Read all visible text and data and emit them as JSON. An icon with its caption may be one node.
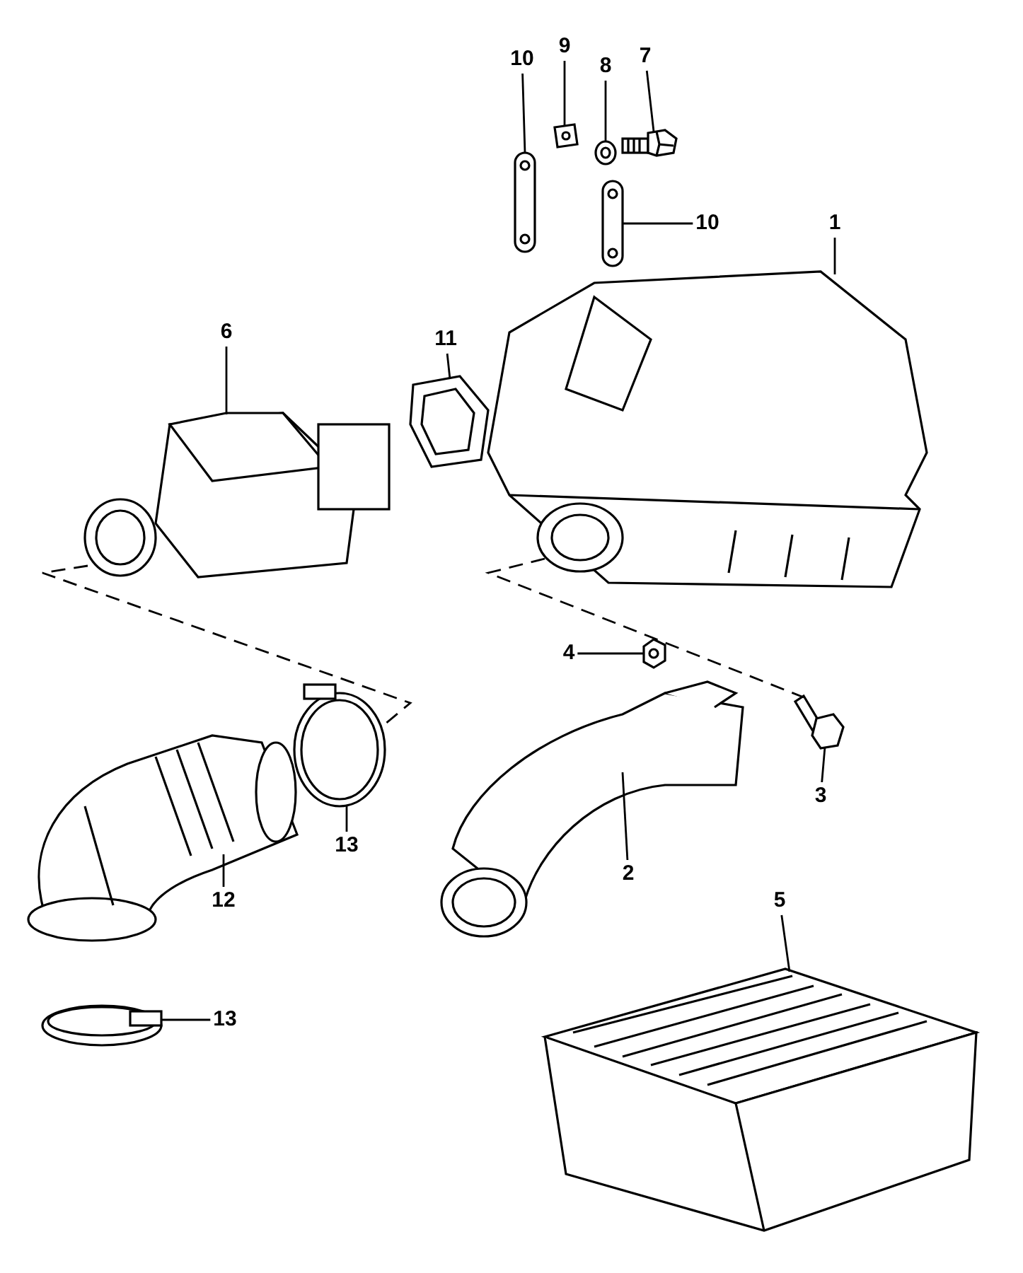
{
  "diagram": {
    "nodes": [
      {
        "text": [
          "10"
        ]
      },
      {
        "text": [
          "9"
        ]
      },
      {
        "text": [
          "8"
        ]
      },
      {
        "text": [
          "7"
        ]
      },
      {
        "text": [
          "10"
        ]
      },
      {
        "text": [
          "1"
        ]
      },
      {
        "text": [
          "11"
        ]
      },
      {
        "text": [
          "6"
        ]
      },
      {
        "text": [
          "4"
        ]
      },
      {
        "text": [
          "3"
        ]
      },
      {
        "text": [
          "2"
        ]
      },
      {
        "text": [
          "5"
        ]
      },
      {
        "text": [
          "12"
        ]
      },
      {
        "text": [
          "13"
        ]
      },
      {
        "text": [
          "13"
        ]
      },
      {
        "text": [],
        "shape": "picture"
      },
      {
        "text": [],
        "shape": "picture"
      },
      {
        "text": [],
        "shape": "picture"
      },
      {
        "text": [],
        "shape": "picture"
      },
      {
        "text": [],
        "shape": "picture"
      },
      {
        "text": [],
        "shape": "picture"
      },
      {
        "text": [],
        "shape": "picture"
      },
      {
        "text": [],
        "shape": "picture"
      },
      {
        "text": [],
        "shape": "picture"
      },
      {
        "text": [],
        "shape": "picture"
      },
      {
        "text": [],
        "shape": "picture"
      },
      {
        "text": [],
        "shape": "picture"
      },
      {
        "text": [],
        "shape": "picture"
      },
      {
        "text": [],
        "shape": "picture"
      },
      {
        "text": [],
        "shape": "picture"
      }
    ],
    "edges": [
      {
        "from": 0,
        "to": 15,
        "arrow": "none"
      },
      {
        "from": 1,
        "to": 16,
        "arrow": "none"
      },
      {
        "from": 2,
        "to": 17,
        "arrow": "none"
      },
      {
        "from": 3,
        "to": 18,
        "arrow": "none"
      },
      {
        "from": 4,
        "to": 19,
        "arrow": "none"
      },
      {
        "from": 5,
        "to": 20,
        "arrow": "none"
      },
      {
        "from": 6,
        "to": 21,
        "arrow": "none"
      },
      {
        "from": 7,
        "to": 22,
        "arrow": "none"
      },
      {
        "from": 8,
        "to": 23,
        "arrow": "none"
      },
      {
        "from": 9,
        "to": 24,
        "arrow": "none"
      },
      {
        "from": 10,
        "to": 25,
        "arrow": "none"
      },
      {
        "from": 11,
        "to": 26,
        "arrow": "none"
      },
      {
        "from": 12,
        "to": 27,
        "arrow": "none"
      },
      {
        "from": 13,
        "to": 28,
        "arrow": "none"
      },
      {
        "from": 14,
        "to": 29,
        "arrow": "none"
      },
      {
        "from": 22,
        "to": 28,
        "arrow": "none",
        "style": "dashed"
      },
      {
        "from": 20,
        "to": 24,
        "arrow": "none",
        "style": "dashed"
      }
    ]
  }
}
